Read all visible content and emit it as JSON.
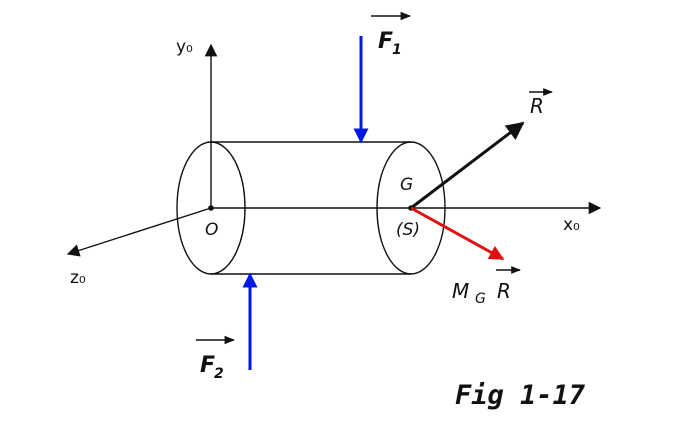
{
  "labels": {
    "y_axis": "y₀",
    "x_axis": "x₀",
    "z_axis": "z₀",
    "origin": "O",
    "point_g": "G",
    "section": "(S)",
    "force1_main": "F",
    "force1_sub": "1",
    "force2_main": "F",
    "force2_sub": "2",
    "resultant": "R",
    "moment_main": "M",
    "moment_sub": "G",
    "moment_r": "R",
    "caption": "Fig 1-17"
  },
  "colors": {
    "axes": "#111111",
    "forces": "#0018e6",
    "resultant": "#111111",
    "moment": "#e01010"
  }
}
